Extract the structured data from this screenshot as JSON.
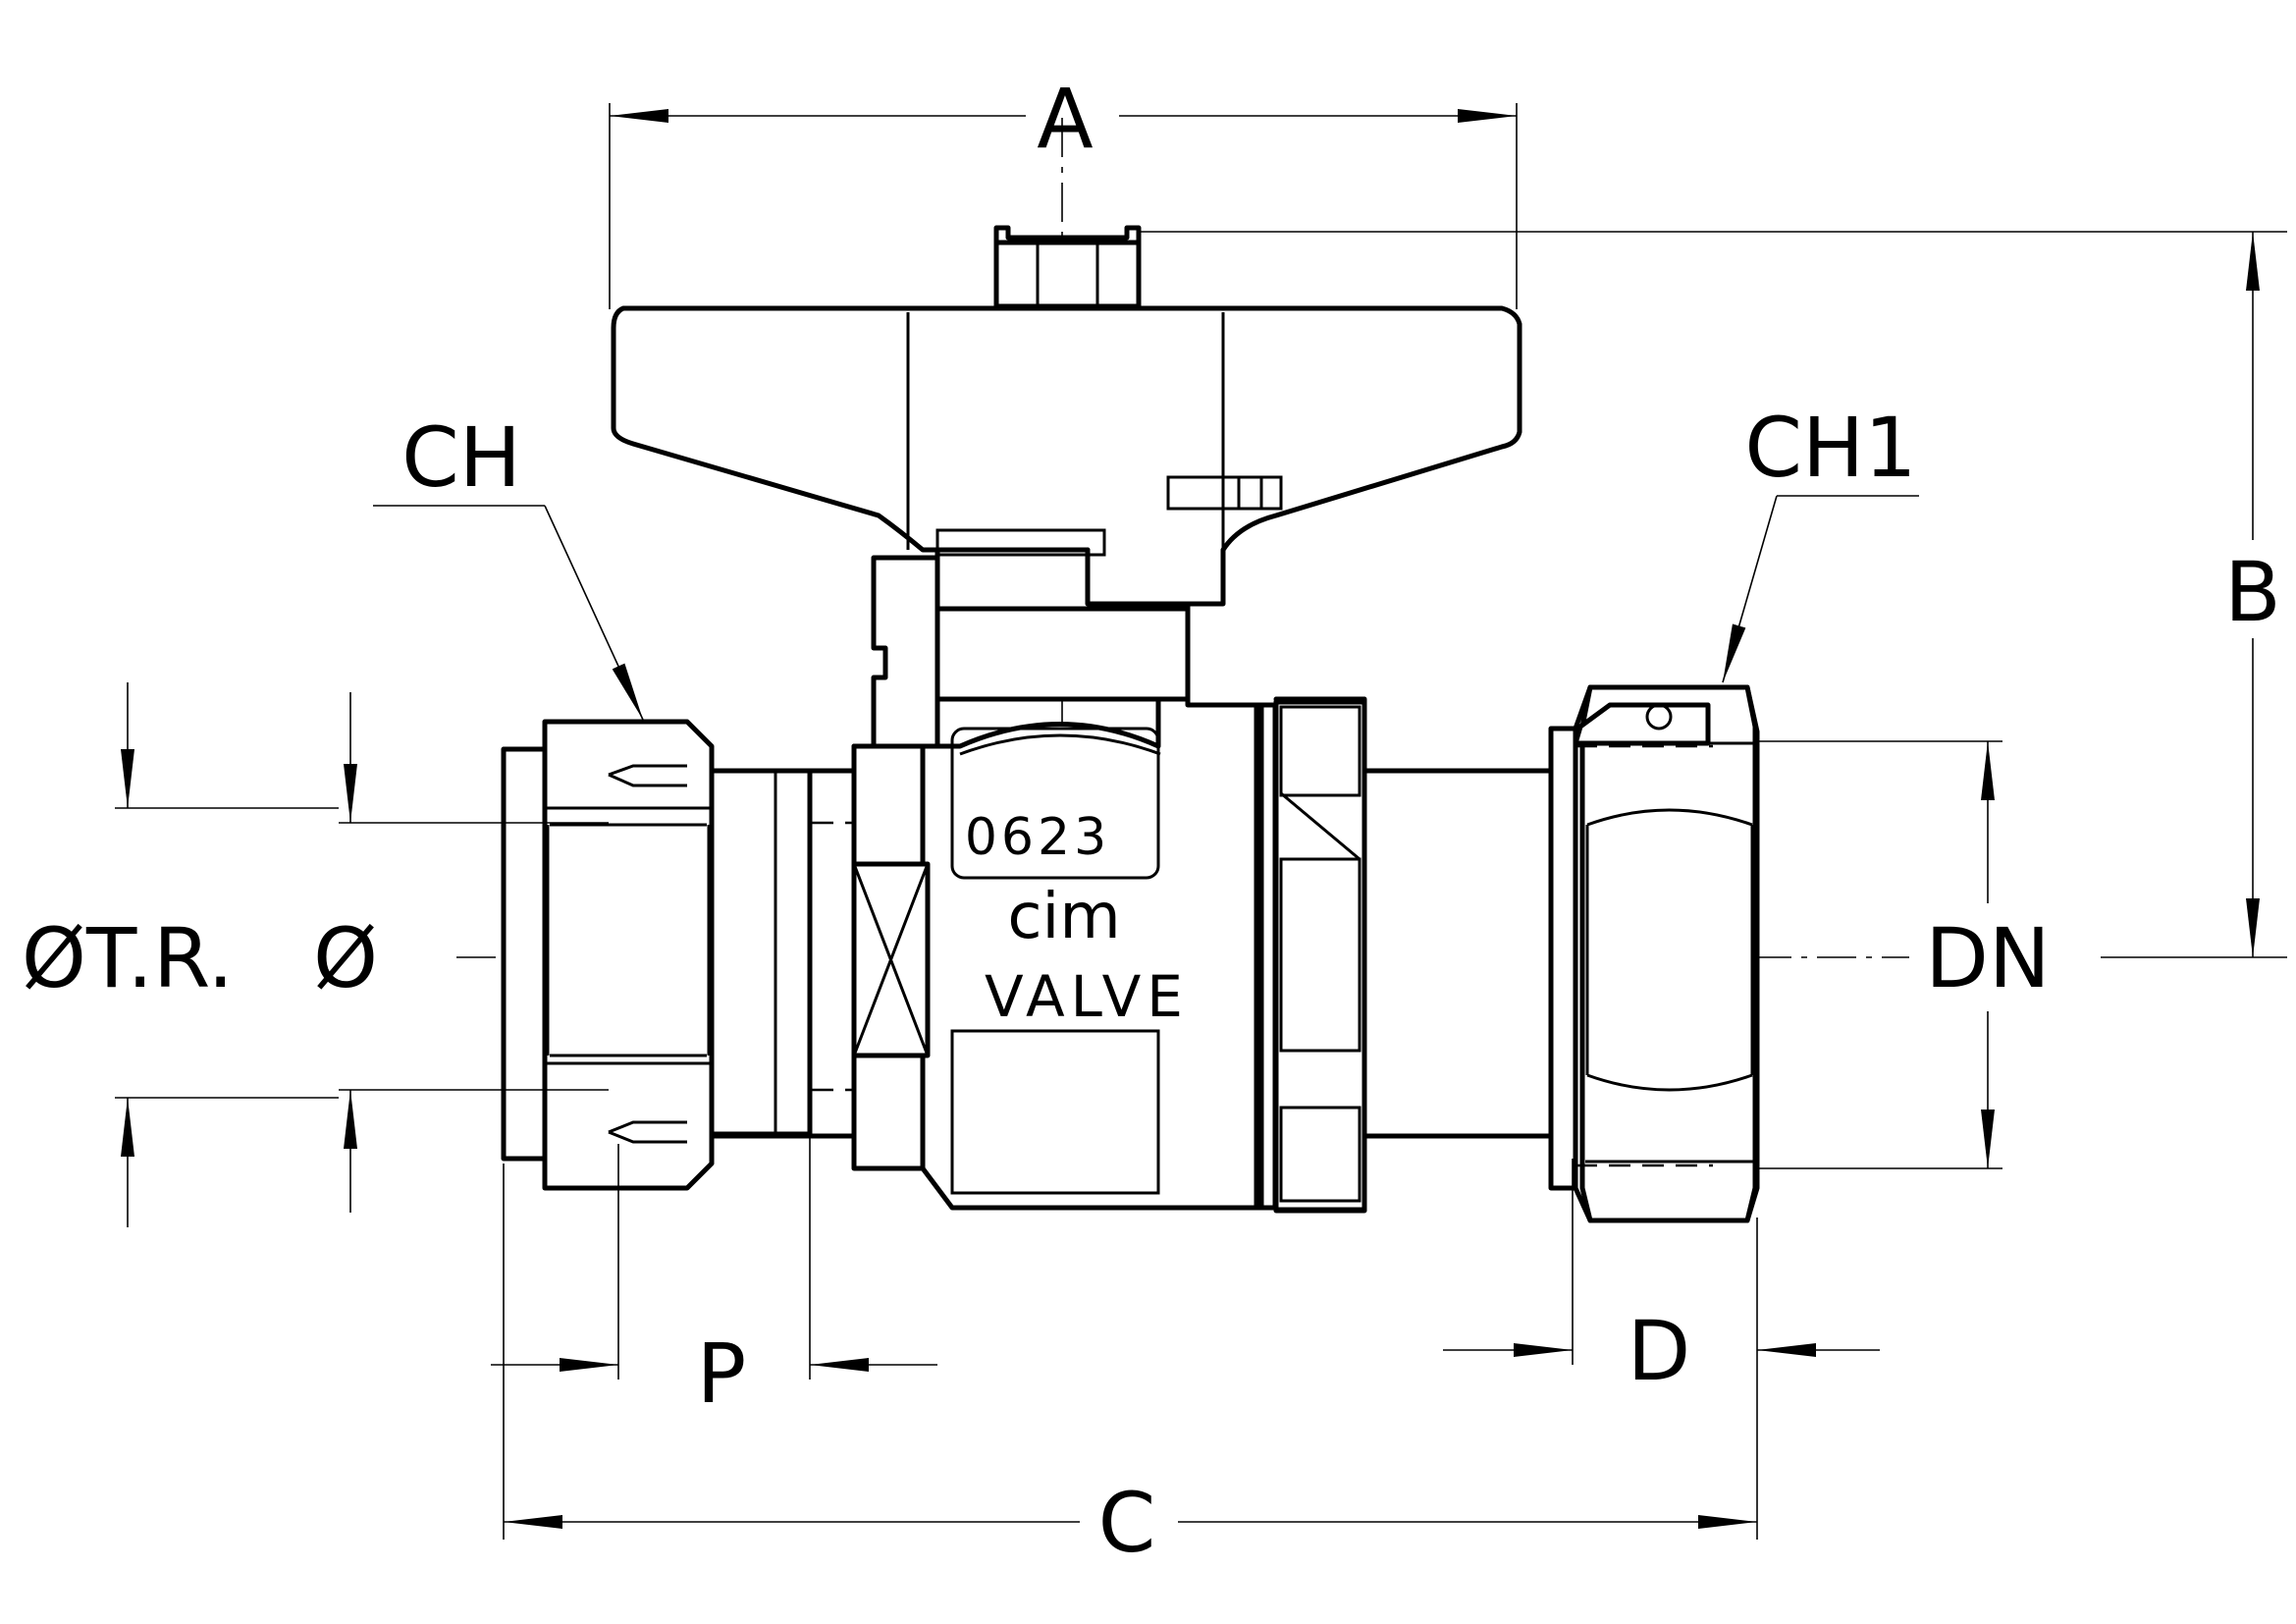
{
  "dimensions": {
    "a": "A",
    "b": "B",
    "c": "C",
    "d": "D",
    "p": "P",
    "dn": "DN",
    "ch": "CH",
    "ch1": "CH1",
    "phi": "Ø",
    "phi_tr": "ØT.R."
  },
  "body_marking": {
    "code": "0623",
    "brand": "cim",
    "word": "VALVE"
  }
}
